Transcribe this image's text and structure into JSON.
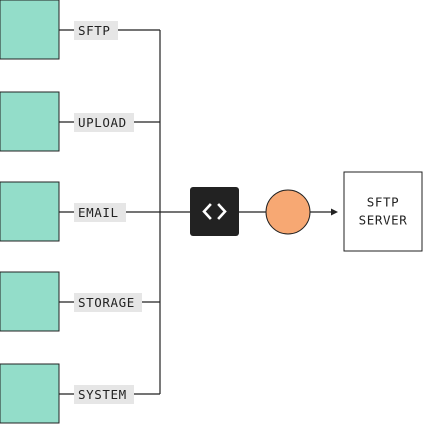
{
  "sources": [
    {
      "label": "SFTP"
    },
    {
      "label": "UPLOAD"
    },
    {
      "label": "EMAIL"
    },
    {
      "label": "STORAGE"
    },
    {
      "label": "SYSTEM"
    }
  ],
  "hub": {
    "icon": "code-brackets-icon"
  },
  "node": {
    "icon": "orange-circle"
  },
  "destination": {
    "lines": [
      "SFTP",
      "SERVER"
    ]
  },
  "colors": {
    "source_fill": "#93ddc9",
    "hub_fill": "#222222",
    "node_fill": "#f7a873",
    "label_background": "#e6e6e6",
    "line": "#222222"
  }
}
